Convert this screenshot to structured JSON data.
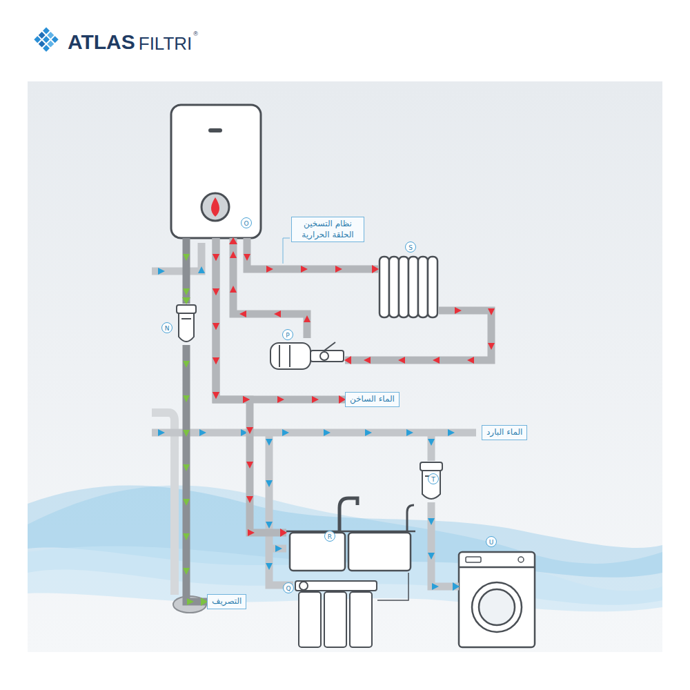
{
  "diagram": {
    "nodes": [
      {
        "text": [
          "O"
        ]
      },
      {
        "text": [
          "نظام التسخين الحلقة الحرارية"
        ]
      },
      {
        "text": [
          "S"
        ]
      },
      {
        "text": [
          "N"
        ]
      },
      {
        "text": [
          "P"
        ]
      },
      {
        "text": [
          "الماء الساخن"
        ]
      },
      {
        "text": [
          "الماء البارد"
        ]
      },
      {
        "text": [
          "R"
        ]
      },
      {
        "text": [
          "T"
        ]
      },
      {
        "text": [
          "Q"
        ]
      },
      {
        "text": [
          "U"
        ]
      },
      {
        "text": [
          "التصريف"
        ]
      }
    ],
    "edges": [
      {
        "from": 0,
        "to": 2,
        "arrow": "to"
      },
      {
        "from": 2,
        "to": 4,
        "arrow": "to"
      },
      {
        "from": 4,
        "to": 0,
        "arrow": "to"
      },
      {
        "from": 0,
        "to": 5,
        "arrow": "to"
      },
      {
        "from": 0,
        "to": 7,
        "arrow": "to"
      },
      {
        "from": 0,
        "to": 3,
        "arrow": "to"
      },
      {
        "from": 3,
        "to": 11,
        "arrow": "to"
      },
      {
        "from": 8,
        "to": 10,
        "arrow": "to"
      },
      {
        "from": 9,
        "to": 7,
        "arrow": "none"
      }
    ],
    "labels": [
      "ATLAS",
      "FILTRI",
      "®"
    ]
  }
}
